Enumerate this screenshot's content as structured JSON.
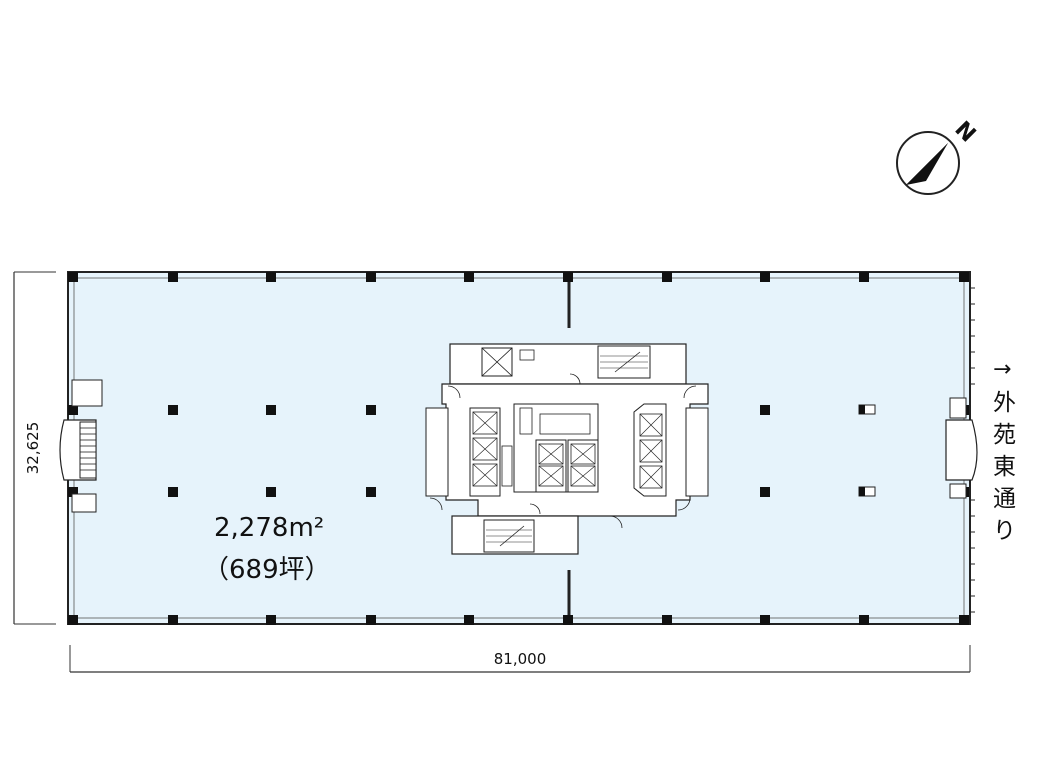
{
  "compass": {
    "label": "N",
    "icon": "north-arrow-icon"
  },
  "floor_area": {
    "sqm": "2,278",
    "unit": "m²",
    "tsubo": "（689坪）"
  },
  "dimensions": {
    "width": "81,000",
    "depth": "32,625"
  },
  "street": {
    "arrow": "→",
    "name": [
      "外",
      "苑",
      "東",
      "通",
      "り"
    ]
  },
  "colors": {
    "office_fill": "#e6f3fb",
    "wall": "#222222",
    "column": "#111111",
    "core_fill": "#ffffff"
  }
}
